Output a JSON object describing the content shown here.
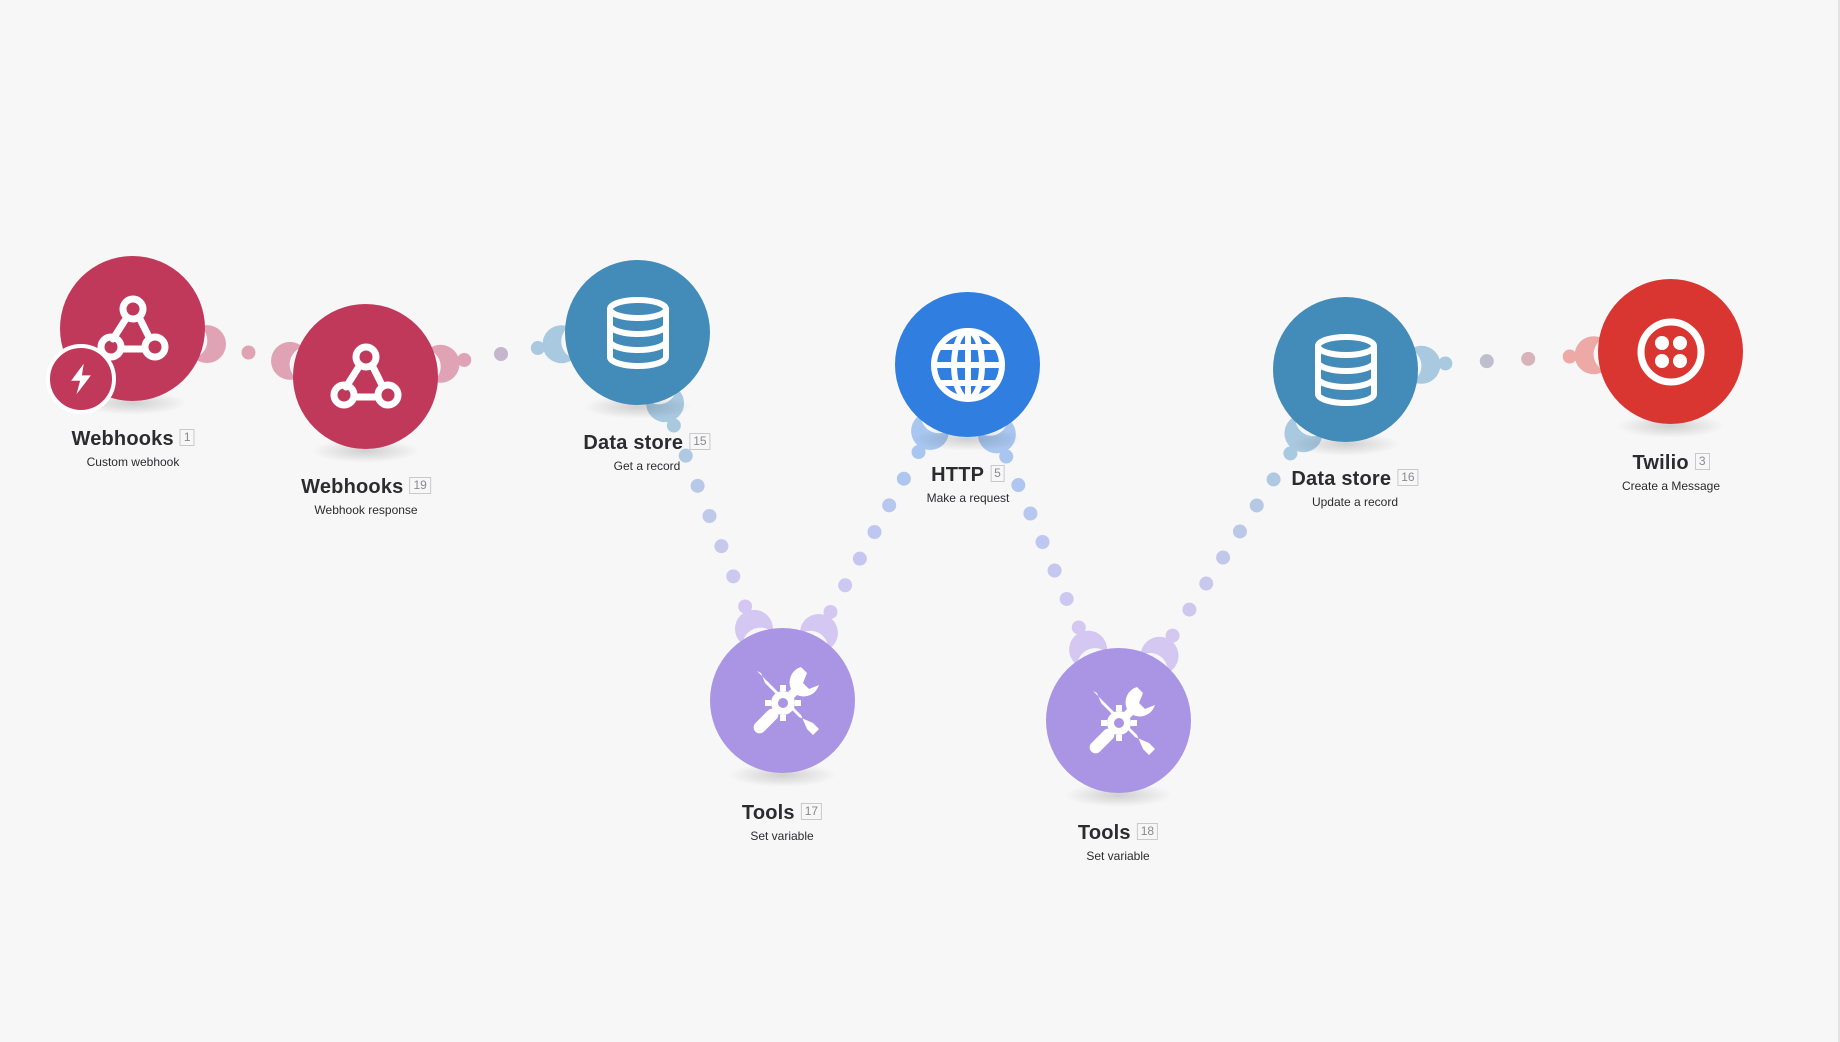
{
  "colors": {
    "canvas": "#f7f7f8",
    "webhooks": "#c0395a",
    "datastore": "#438bb9",
    "http": "#2f7ee0",
    "tools": "#a995e3",
    "twilio": "#d93631"
  },
  "modules": [
    {
      "key": "webhooks-1",
      "app": "Webhooks",
      "id": "1",
      "action": "Custom webhook",
      "icon": "webhook-icon"
    },
    {
      "key": "webhooks-19",
      "app": "Webhooks",
      "id": "19",
      "action": "Webhook response",
      "icon": "webhook-icon"
    },
    {
      "key": "datastore-15",
      "app": "Data store",
      "id": "15",
      "action": "Get a record",
      "icon": "database-icon"
    },
    {
      "key": "tools-17",
      "app": "Tools",
      "id": "17",
      "action": "Set variable",
      "icon": "tools-icon"
    },
    {
      "key": "http-5",
      "app": "HTTP",
      "id": "5",
      "action": "Make a request",
      "icon": "globe-icon"
    },
    {
      "key": "tools-18",
      "app": "Tools",
      "id": "18",
      "action": "Set variable",
      "icon": "tools-icon"
    },
    {
      "key": "datastore-16",
      "app": "Data store",
      "id": "16",
      "action": "Update a record",
      "icon": "database-icon"
    },
    {
      "key": "twilio-3",
      "app": "Twilio",
      "id": "3",
      "action": "Create a Message",
      "icon": "twilio-icon"
    }
  ],
  "trigger_badge": {
    "icon": "lightning-icon"
  }
}
